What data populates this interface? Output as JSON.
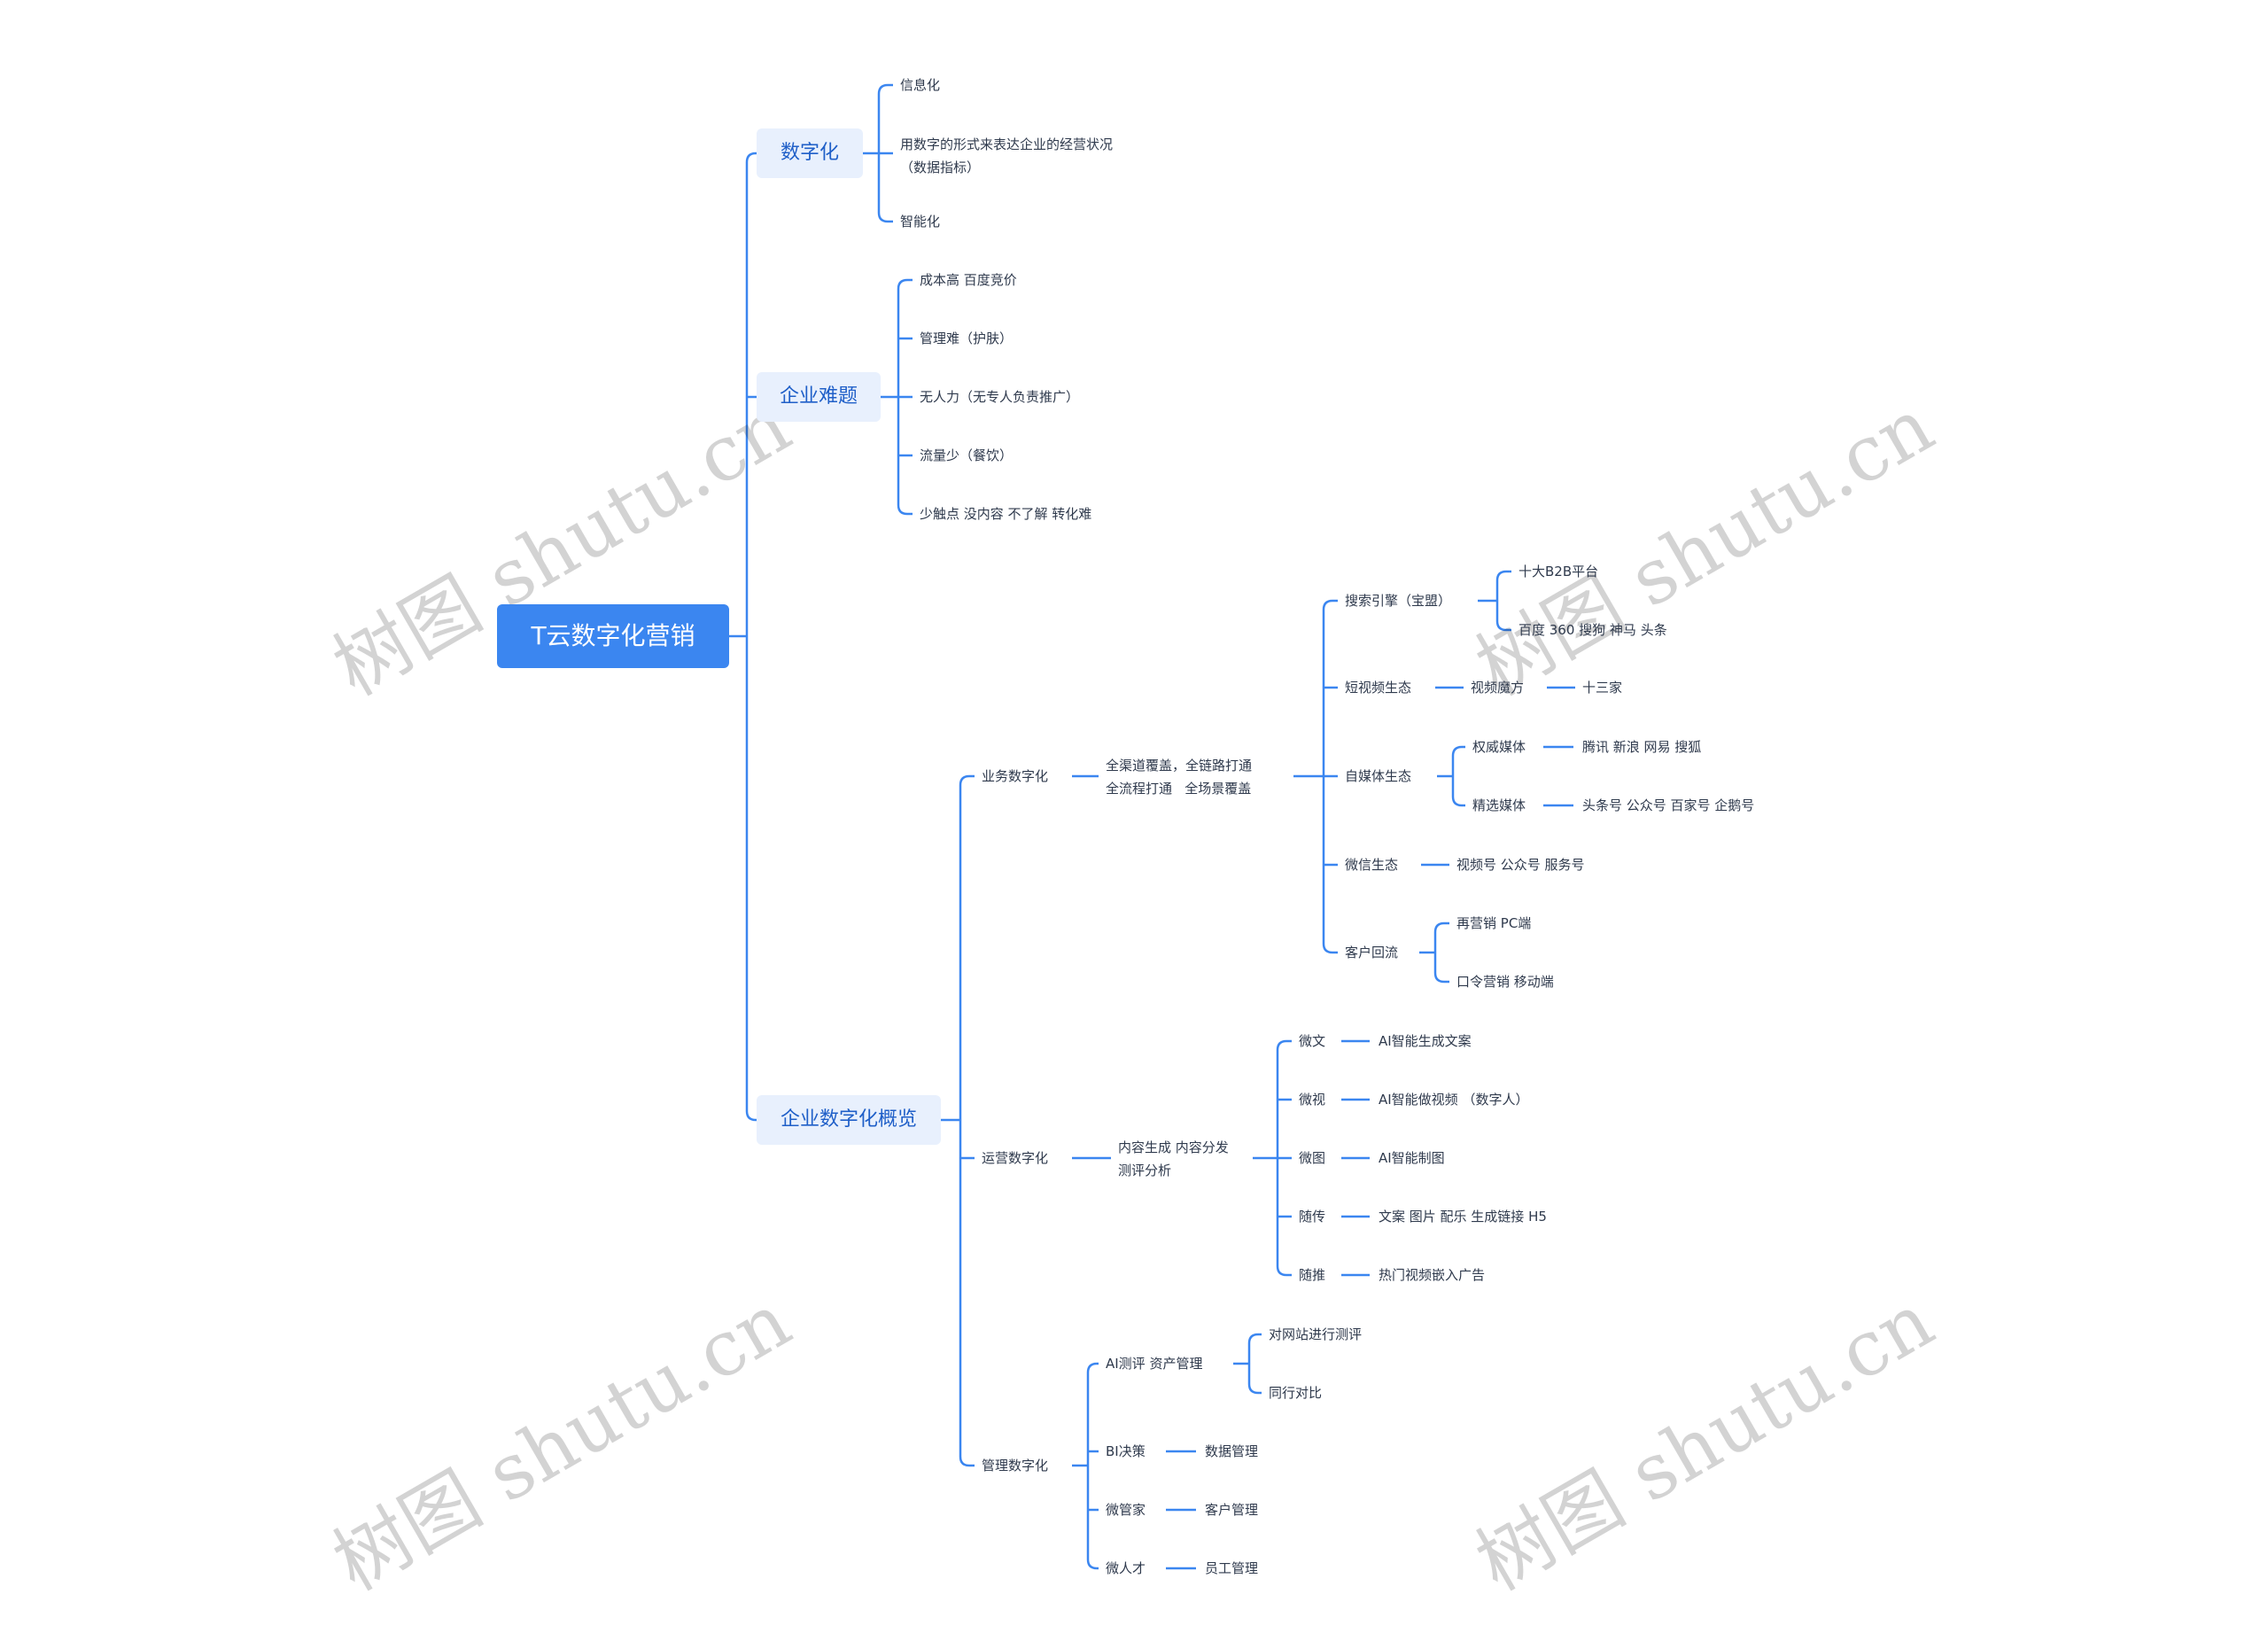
{
  "root": "T云数字化营销",
  "l1": {
    "digital": "数字化",
    "problems": "企业难题",
    "overview": "企业数字化概览"
  },
  "digital_items": [
    "信息化",
    "用数字的形式来表达企业的经营状况\n（数据指标）",
    "智能化"
  ],
  "problem_items": [
    "成本高 百度竞价",
    "管理难（护肤）",
    "无人力（无专人负责推广）",
    "流量少（餐饮）",
    "少触点 没内容 不了解 转化难"
  ],
  "business": {
    "label": "业务数字化",
    "desc": "全渠道覆盖，全链路打通\n全流程打通   全场景覆盖",
    "search": "搜索引擎（宝盟）",
    "search_children": [
      "十大B2B平台",
      "百度 360 搜狗 神马 头条"
    ],
    "shortvideo": "短视频生态",
    "shortvideo_chain": [
      "视频魔方",
      "十三家"
    ],
    "selfmedia": "自媒体生态",
    "authority": "权威媒体",
    "authority_val": "腾讯 新浪 网易 搜狐",
    "selected": "精选媒体",
    "selected_val": "头条号 公众号 百家号 企鹅号",
    "wechat": "微信生态",
    "wechat_val": "视频号  公众号  服务号",
    "customer": "客户回流",
    "customer_children": [
      "再营销 PC端",
      "口令营销 移动端"
    ]
  },
  "ops": {
    "label": "运营数字化",
    "desc": "内容生成 内容分发\n测评分析",
    "items": [
      {
        "k": "微文",
        "v": "AI智能生成文案"
      },
      {
        "k": "微视",
        "v": "AI智能做视频 （数字人）"
      },
      {
        "k": "微图",
        "v": "AI智能制图"
      },
      {
        "k": "随传",
        "v": "文案 图片 配乐 生成链接 H5"
      },
      {
        "k": "随推",
        "v": "热门视频嵌入广告"
      }
    ]
  },
  "mgmt": {
    "label": "管理数字化",
    "ai": "AI测评 资产管理",
    "ai_children": [
      "对网站进行测评",
      "同行对比"
    ],
    "items": [
      {
        "k": "BI决策",
        "v": "数据管理"
      },
      {
        "k": "微管家",
        "v": "客户管理"
      },
      {
        "k": "微人才",
        "v": "员工管理"
      }
    ]
  },
  "watermark": "树图 shutu.cn",
  "colors": {
    "line": "#3b86f0",
    "root": "#3b86f0",
    "l1_bg": "#e8f0fd",
    "l1_text": "#1f5fc8",
    "text": "#2f3a4d"
  }
}
